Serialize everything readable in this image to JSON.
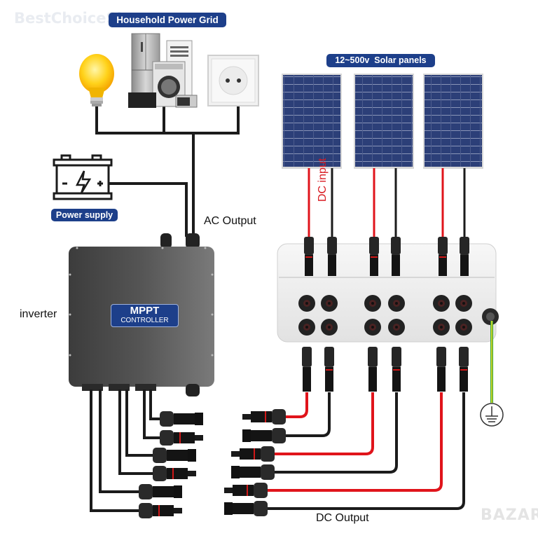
{
  "watermark_top": "BestChoiceShop",
  "watermark_bottom": "BAZAR",
  "labels": {
    "household_grid": "Household Power Grid",
    "solar_panels": "12~500v  Solar panels",
    "power_supply": "Power supply",
    "ac_output": "AC Output",
    "dc_input": "DC input",
    "inverter": "inverter",
    "dc_output": "DC Output",
    "mppt_line1": "MPPT",
    "mppt_line2": "CONTROLLER",
    "battery_minus": "-",
    "battery_plus": "+"
  },
  "colors": {
    "badge_blue": "#1d3f8a",
    "wire_red": "#e0141b",
    "wire_black": "#1b1b1b",
    "ground_green": "#3aa535",
    "ground_yellow": "#e6dd2a",
    "inverter_body": "#4a4a4a",
    "panel_blue": "#2c3f78",
    "combiner_box": "#eeeeee"
  },
  "components": {
    "appliances": [
      "light-bulb",
      "fridge",
      "air-conditioner",
      "washing-machine",
      "microwave",
      "wall-socket"
    ],
    "solar_panel_count": 3,
    "combiner_input_pairs": 3,
    "dc_output_connectors": 6,
    "inverter_output_connectors": 6
  }
}
